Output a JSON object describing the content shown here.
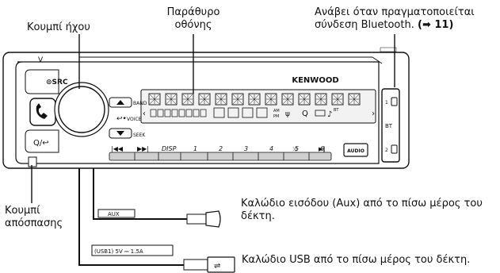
{
  "labels": {
    "volume_knob": "Κουμπί ήχου",
    "display_window_line1": "Παράθυρο",
    "display_window_line2": "οθόνης",
    "bt_indicator_line1": "Ανάβει όταν πραγματοποιείται",
    "bt_indicator_line2": "σύνδεση Bluetooth.",
    "bt_indicator_ref": "(➡ 11)",
    "detach_button_line1": "Κουμπί",
    "detach_button_line2": "απόσπασης",
    "aux_cable_line1": "Καλώδιο εισόδου (Aux) από το πίσω μέρος του",
    "aux_cable_line2": "δέκτη.",
    "usb_cable": "Καλώδιο USB από το πίσω μέρος του δέκτη."
  },
  "panel": {
    "brand": "KENWOOD",
    "src_button": "⊙SRC",
    "band_label": "BAND",
    "voice_label": "VOICE",
    "seek_label": "SEEK",
    "disp_label": "DISP",
    "preset_numbers": [
      "1",
      "2",
      "3",
      "4",
      "5",
      "6"
    ],
    "audio_button": "AUDIO",
    "am": "AM",
    "pm": "PM",
    "bt_label": "BT",
    "bt_small": "BT",
    "side_num_top": "1",
    "side_num_bottom": "2"
  },
  "cables": {
    "aux_tag": "AUX",
    "usb_tag": "(USB1) 5V ⎓ 1.5A"
  },
  "colors": {
    "line": "#111111",
    "panel_fill": "#ffffff",
    "display_fill": "#f2f2f2",
    "accent_gray": "#cfcfcf"
  }
}
